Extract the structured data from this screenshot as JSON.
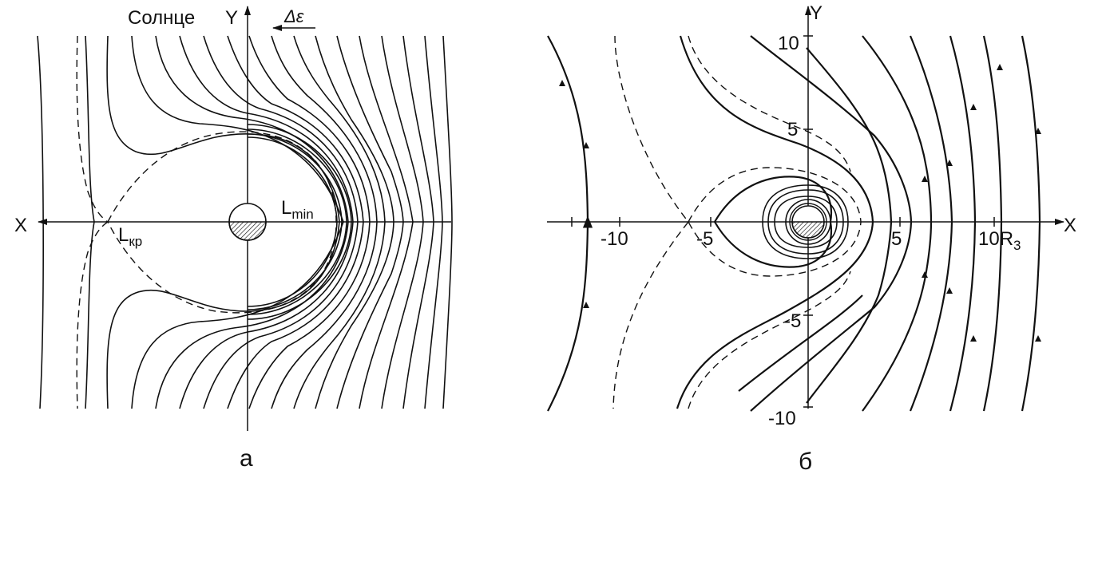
{
  "panel_a": {
    "sun_label": "Солнце",
    "y_label": "Y",
    "delta_label": "Δε",
    "x_label": "X",
    "lmin_main": "L",
    "lmin_sub": "min",
    "lkr_main": "L",
    "lkr_sub": "кр",
    "caption": "а"
  },
  "panel_b": {
    "y_label": "Y",
    "x_label": "X",
    "ticks_x": [
      "-10",
      "-5",
      "5",
      "10R"
    ],
    "x_unit_sub": "3",
    "ticks_y": [
      "10",
      "5",
      "-5",
      "-10"
    ],
    "caption": "б"
  }
}
